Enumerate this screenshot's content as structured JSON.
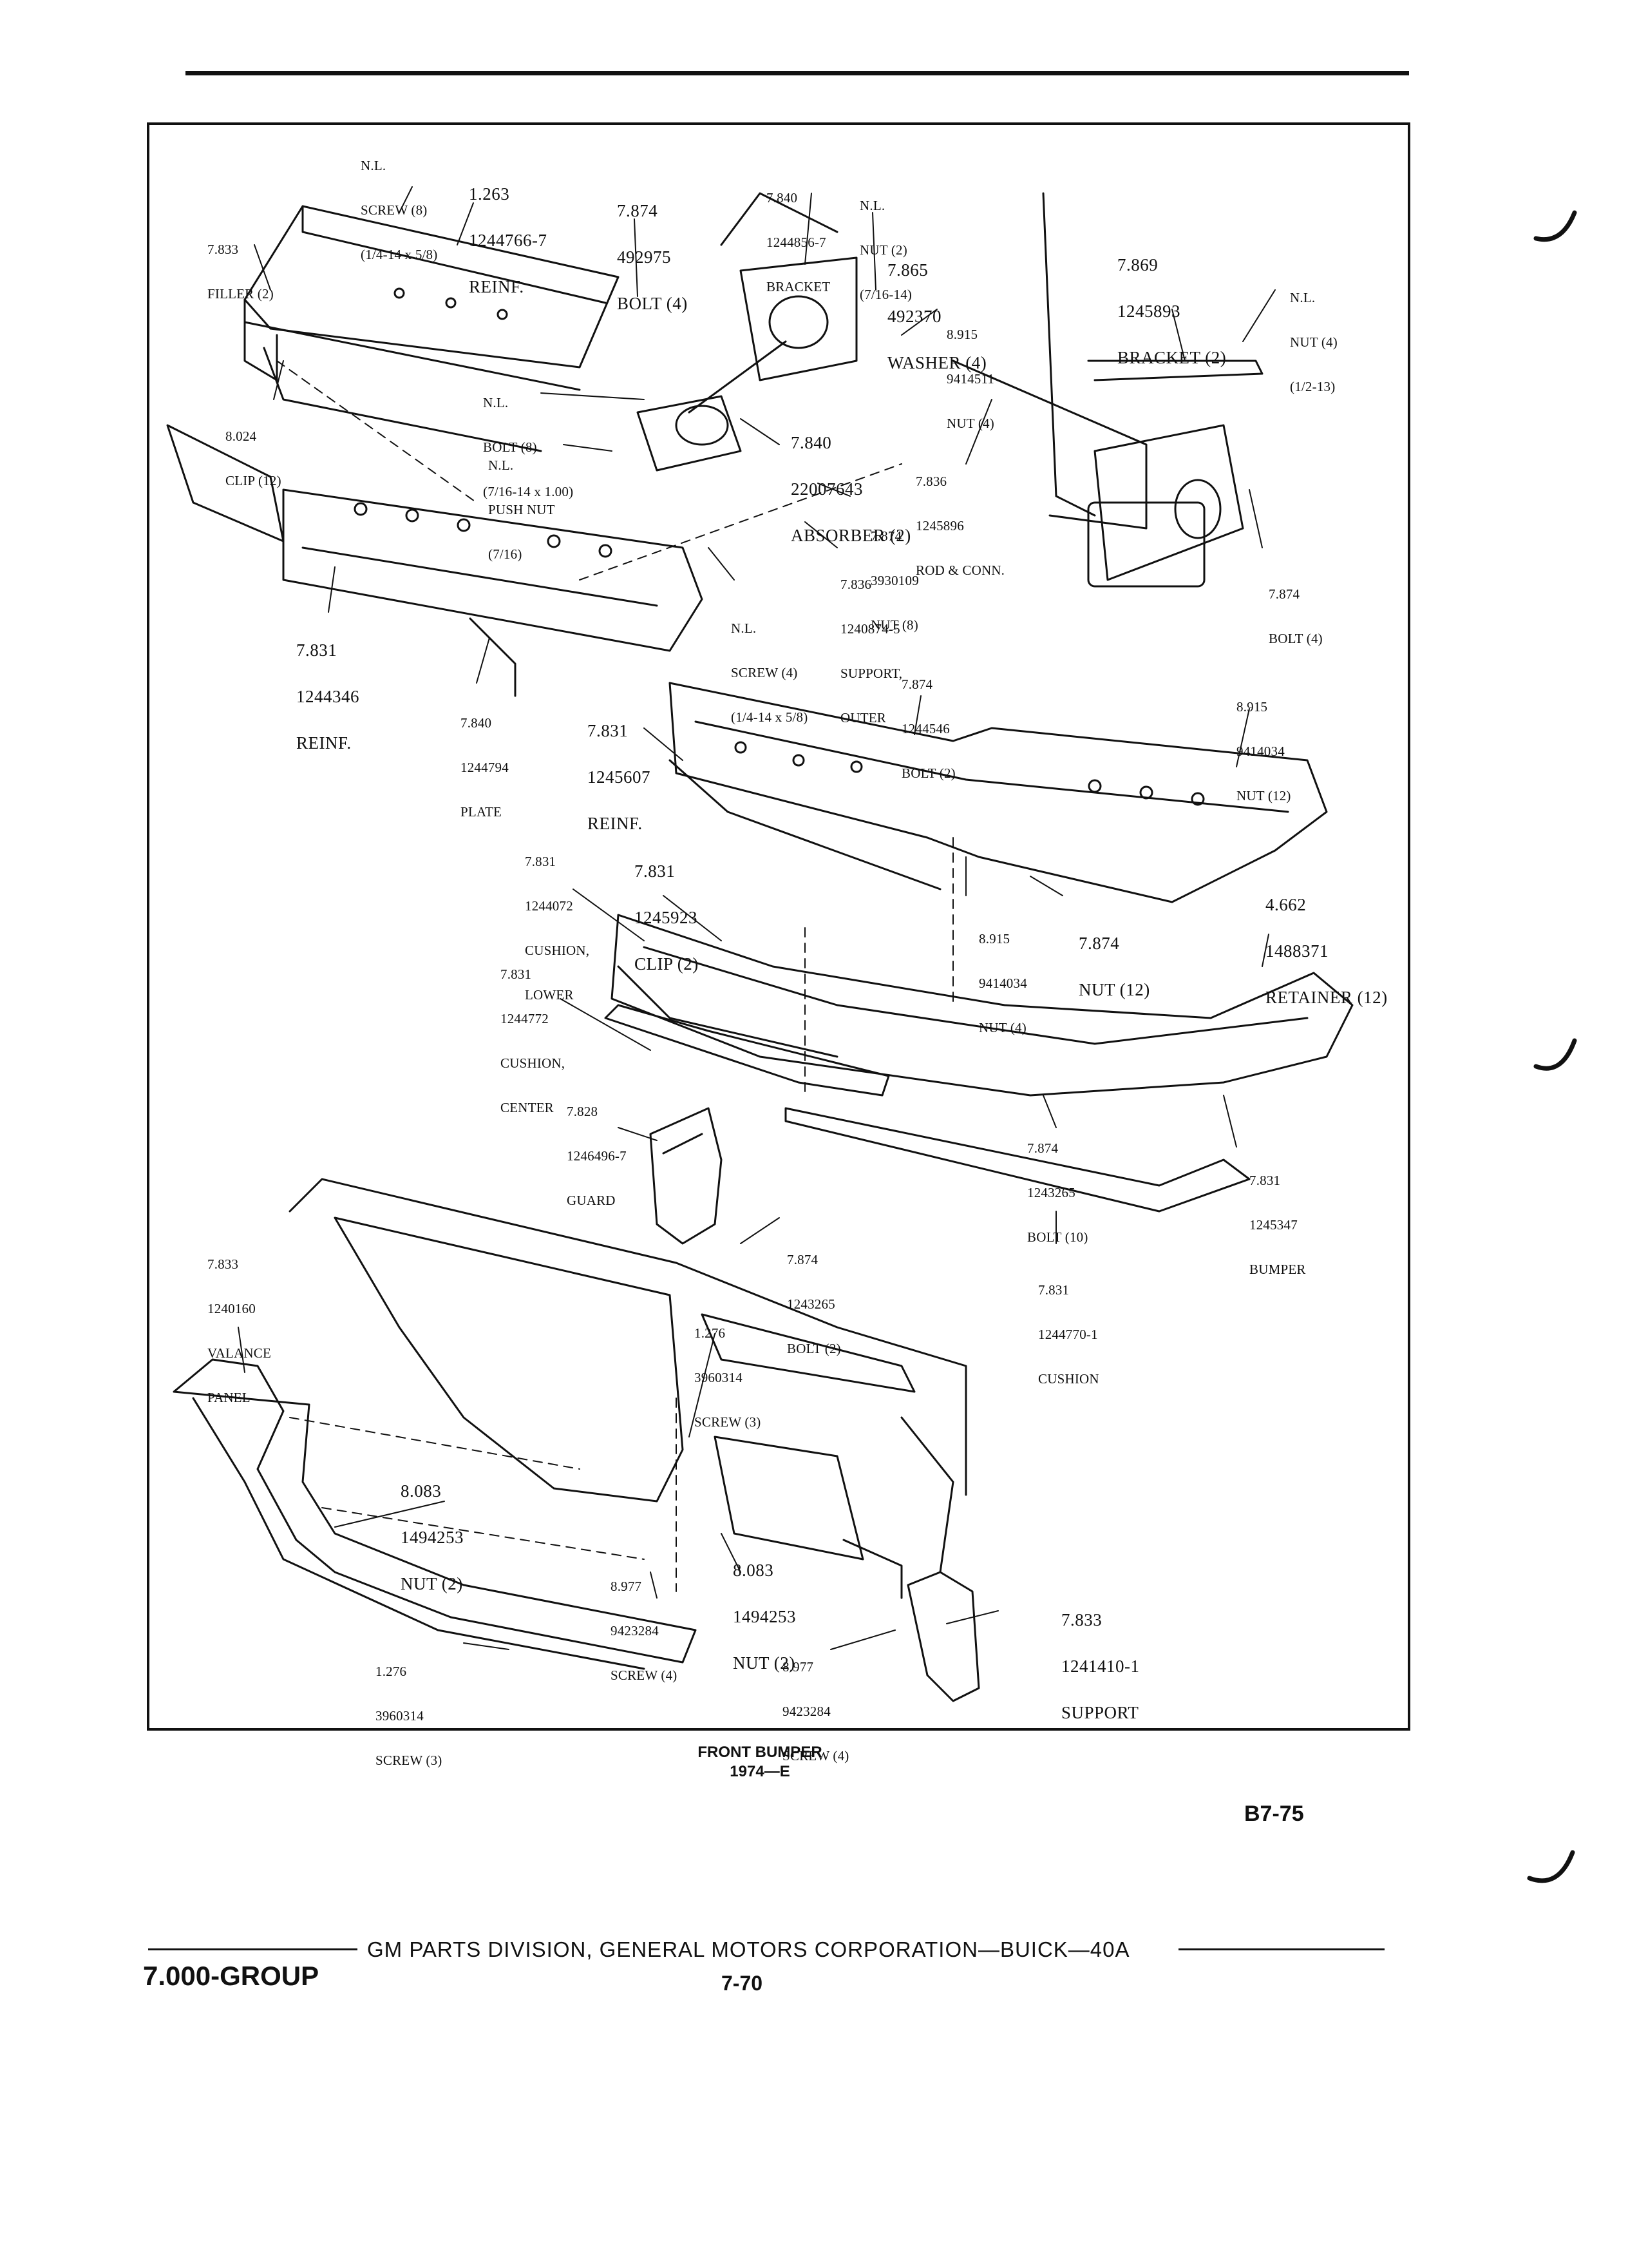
{
  "diagram": {
    "caption_title": "FRONT BUMPER",
    "caption_year": "1974—E",
    "page_code": "B7-75",
    "callouts": [
      {
        "id": "nl-screw-8",
        "lines": [
          "N.L.",
          "SCREW (8)",
          "(1/4-14 x 5/8)"
        ]
      },
      {
        "id": "reinf-1244766",
        "lines": [
          "1.263",
          "1244766-7",
          "REINF."
        ]
      },
      {
        "id": "filler",
        "lines": [
          "7.833",
          "FILLER (2)"
        ]
      },
      {
        "id": "bolt-492975",
        "lines": [
          "7.874",
          "492975",
          "BOLT (4)"
        ]
      },
      {
        "id": "bracket-1244856",
        "lines": [
          "7.840",
          "1244856-7",
          "BRACKET"
        ]
      },
      {
        "id": "nl-nut-2",
        "lines": [
          "N.L.",
          "NUT (2)",
          "(7/16-14)"
        ]
      },
      {
        "id": "washer-492370",
        "lines": [
          "7.865",
          "492370",
          "WASHER (4)"
        ]
      },
      {
        "id": "nut-9414511",
        "lines": [
          "8.915",
          "9414511",
          "NUT (4)"
        ]
      },
      {
        "id": "bracket-1245893",
        "lines": [
          "7.869",
          "1245893",
          "BRACKET (2)"
        ]
      },
      {
        "id": "nl-nut-4",
        "lines": [
          "N.L.",
          "NUT (4)",
          "(1/2-13)"
        ]
      },
      {
        "id": "clip-12",
        "lines": [
          "8.024",
          "CLIP (12)"
        ]
      },
      {
        "id": "nl-bolt-8",
        "lines": [
          "N.L.",
          "BOLT (8)",
          "(7/16-14 x 1.00)"
        ]
      },
      {
        "id": "nl-push-nut",
        "lines": [
          "N.L.",
          "PUSH NUT",
          "(7/16)"
        ]
      },
      {
        "id": "absorber",
        "lines": [
          "7.840",
          "22007643",
          "ABSORBER (2)"
        ]
      },
      {
        "id": "rod-conn",
        "lines": [
          "7.836",
          "1245896",
          "ROD & CONN."
        ]
      },
      {
        "id": "nut-3930109",
        "lines": [
          "7.874",
          "3930109",
          "NUT (8)"
        ]
      },
      {
        "id": "support-outer",
        "lines": [
          "7.836",
          "1240874-5",
          "SUPPORT,",
          "OUTER"
        ]
      },
      {
        "id": "nl-screw-4",
        "lines": [
          "N.L.",
          "SCREW (4)",
          "(1/4-14 x 5/8)"
        ]
      },
      {
        "id": "bolt-4-right",
        "lines": [
          "7.874",
          "BOLT (4)"
        ]
      },
      {
        "id": "reinf-1244346",
        "lines": [
          "7.831",
          "1244346",
          "REINF."
        ]
      },
      {
        "id": "plate",
        "lines": [
          "7.840",
          "1244794",
          "PLATE"
        ]
      },
      {
        "id": "bolt-1244546",
        "lines": [
          "7.874",
          "1244546",
          "BOLT (2)"
        ]
      },
      {
        "id": "nut-9414034-12",
        "lines": [
          "8.915",
          "9414034",
          "NUT (12)"
        ]
      },
      {
        "id": "reinf-1245607",
        "lines": [
          "7.831",
          "1245607",
          "REINF."
        ]
      },
      {
        "id": "cushion-lower",
        "lines": [
          "7.831",
          "1244072",
          "CUSHION,",
          "LOWER"
        ]
      },
      {
        "id": "clip-1245923",
        "lines": [
          "7.831",
          "1245923",
          "CLIP (2)"
        ]
      },
      {
        "id": "nut-9414034-4",
        "lines": [
          "8.915",
          "9414034",
          "NUT (4)"
        ]
      },
      {
        "id": "nut-12",
        "lines": [
          "7.874",
          "NUT (12)"
        ]
      },
      {
        "id": "retainer",
        "lines": [
          "4.662",
          "1488371",
          "RETAINER (12)"
        ]
      },
      {
        "id": "cushion-center",
        "lines": [
          "7.831",
          "1244772",
          "CUSHION,",
          "CENTER"
        ]
      },
      {
        "id": "guard",
        "lines": [
          "7.828",
          "1246496-7",
          "GUARD"
        ]
      },
      {
        "id": "bolt-1243265-10",
        "lines": [
          "7.874",
          "1243265",
          "BOLT (10)"
        ]
      },
      {
        "id": "bumper",
        "lines": [
          "7.831",
          "1245347",
          "BUMPER"
        ]
      },
      {
        "id": "bolt-1243265-2",
        "lines": [
          "7.874",
          "1243265",
          "BOLT (2)"
        ]
      },
      {
        "id": "cushion-1244770",
        "lines": [
          "7.831",
          "1244770-1",
          "CUSHION"
        ]
      },
      {
        "id": "valance",
        "lines": [
          "7.833",
          "1240160",
          "VALANCE",
          "PANEL"
        ]
      },
      {
        "id": "screw-3960314-top",
        "lines": [
          "1.276",
          "3960314",
          "SCREW (3)"
        ]
      },
      {
        "id": "nut-1494253-left",
        "lines": [
          "8.083",
          "1494253",
          "NUT (2)"
        ]
      },
      {
        "id": "nut-1494253-right",
        "lines": [
          "8.083",
          "1494253",
          "NUT (2)"
        ]
      },
      {
        "id": "screw-9423284-left",
        "lines": [
          "8.977",
          "9423284",
          "SCREW (4)"
        ]
      },
      {
        "id": "support-1241410",
        "lines": [
          "7.833",
          "1241410-1",
          "SUPPORT"
        ]
      },
      {
        "id": "screw-3960314-bottom",
        "lines": [
          "1.276",
          "3960314",
          "SCREW (3)"
        ]
      },
      {
        "id": "screw-9423284-right",
        "lines": [
          "8.977",
          "9423284",
          "SCREW (4)"
        ]
      }
    ]
  },
  "footer": {
    "division": "GM PARTS DIVISION, GENERAL MOTORS CORPORATION—BUICK—40A",
    "group": "7.000-GROUP",
    "page_number": "7-70"
  }
}
